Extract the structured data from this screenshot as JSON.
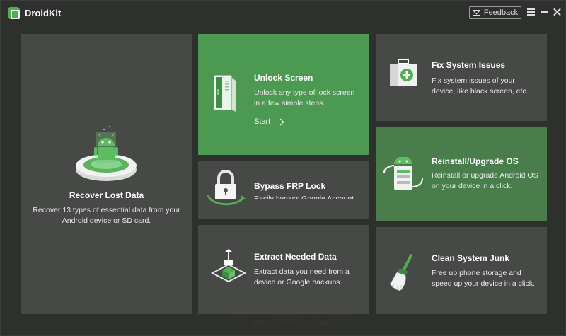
{
  "app": {
    "title": "DroidKit"
  },
  "titlebar": {
    "feedback_label": "Feedback"
  },
  "tiles": {
    "recover": {
      "title": "Recover Lost Data",
      "desc": "Recover 13 types of essential data from your Android device or SD card."
    },
    "unlock": {
      "title": "Unlock Screen",
      "desc": "Unlock any type of lock screen in a few simple steps.",
      "start_label": "Start"
    },
    "bypass": {
      "title": "Bypass FRP Lock",
      "desc": "Easily bypass Google Account"
    },
    "extract": {
      "title": "Extract Needed Data",
      "desc": "Extract data you need from a device or Google backups."
    },
    "fix": {
      "title": "Fix System Issues",
      "desc": "Fix system issues of your device, like black screen, etc."
    },
    "reinstall": {
      "title": "Reinstall/Upgrade OS",
      "desc": "Reinstall or upgrade Android OS on your device in a click."
    },
    "clean": {
      "title": "Clean System Junk",
      "desc": "Free up phone storage and speed up your device in a click."
    }
  },
  "watermark": {
    "line1": "TOPWAREONSALE",
    "line2": "Review · Deal · Giveaway"
  },
  "colors": {
    "accent": "#4c9a52",
    "tile": "#474947",
    "background": "#2e302e"
  }
}
